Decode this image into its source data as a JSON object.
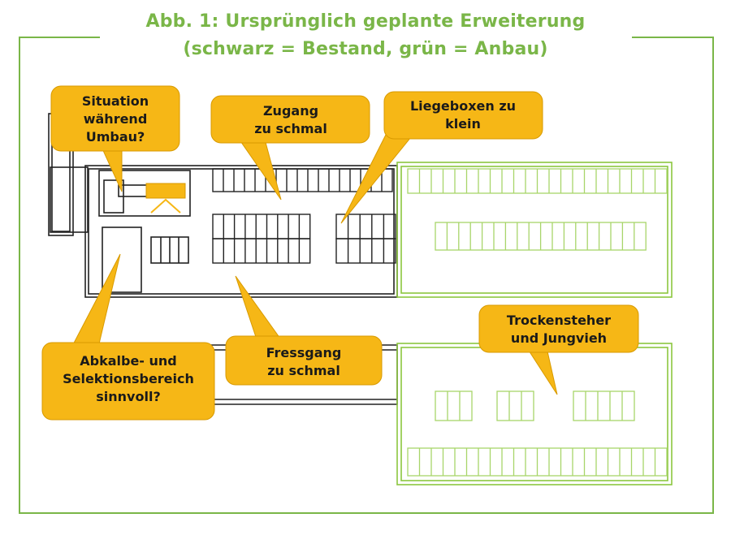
{
  "title_line1": "Abb. 1: Ursprünglich geplante Erweiterung",
  "title_line2": "(schwarz = Bestand, grün = Anbau)",
  "colors": {
    "existing": "#222222",
    "extension": "#8cc63f",
    "frame": "#7ab648",
    "callout": "#f6b716",
    "callout_border": "#d89a00"
  },
  "callouts": [
    {
      "id": "situation",
      "lines": [
        "Situation",
        "während",
        "Umbau?"
      ]
    },
    {
      "id": "zugang",
      "lines": [
        "Zugang",
        "zu schmal"
      ]
    },
    {
      "id": "liegeboxen",
      "lines": [
        "Liegeboxen zu",
        "klein"
      ]
    },
    {
      "id": "abkalbe",
      "lines": [
        "Abkalbe- und",
        "Selektionsbereich",
        "sinnvoll?"
      ]
    },
    {
      "id": "fressgang",
      "lines": [
        "Fressgang",
        "zu schmal"
      ]
    },
    {
      "id": "trockensteher",
      "lines": [
        "Trockensteher",
        "und Jungvieh"
      ]
    }
  ]
}
